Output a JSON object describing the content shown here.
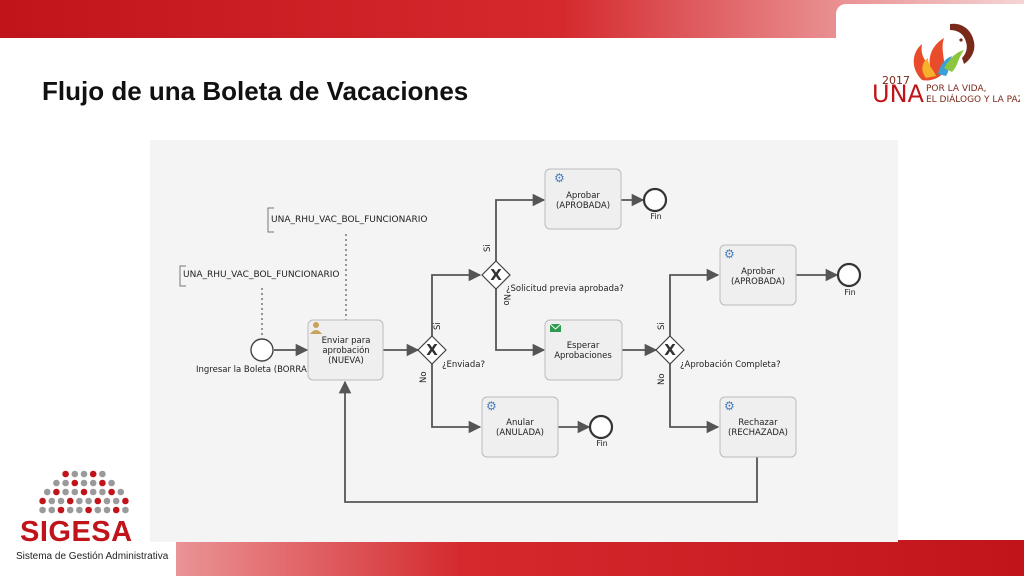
{
  "slide": {
    "title": "Flujo de una Boleta de Vacaciones"
  },
  "logo_una": {
    "year": "2017",
    "name": "UNA",
    "line1": "POR LA VIDA,",
    "line2": "EL DIÁLOGO Y LA PAZ"
  },
  "logo_sigesa": {
    "name": "SIGESA",
    "subtitle": "Sistema de Gestión Administrativa"
  },
  "diagram": {
    "annotation_1": "UNA_RHU_VAC_BOL_FUNCIONARIO",
    "annotation_2": "UNA_RHU_VAC_BOL_FUNCIONARIO",
    "start_label": "Ingresar la Boleta (BORRA",
    "task_enviar": [
      "Enviar para",
      "aprobación",
      "(NUEVA)"
    ],
    "gw_enviada": "¿Enviada?",
    "gw_solicitud": "¿Solicitud previa aprobada?",
    "gw_completa": "¿Aprobación Completa?",
    "task_aprobar_1": [
      "Aprobar",
      "(APROBADA)"
    ],
    "task_esperar": [
      "Esperar",
      "Aprobaciones"
    ],
    "task_anular": [
      "Anular",
      "(ANULADA)"
    ],
    "task_aprobar_2": [
      "Aprobar",
      "(APROBADA)"
    ],
    "task_rechazar": [
      "Rechazar",
      "(RECHAZADA)"
    ],
    "end_label": "Fin",
    "yes_label": "Si",
    "no_label": "No",
    "colors": {
      "line": "#555555",
      "task_fill": "#efefef",
      "task_stroke": "#bbbbbb",
      "service_icon": "#4a7fbf",
      "user_icon": "#c8a45a",
      "message_icon": "#2e9a4e"
    }
  }
}
